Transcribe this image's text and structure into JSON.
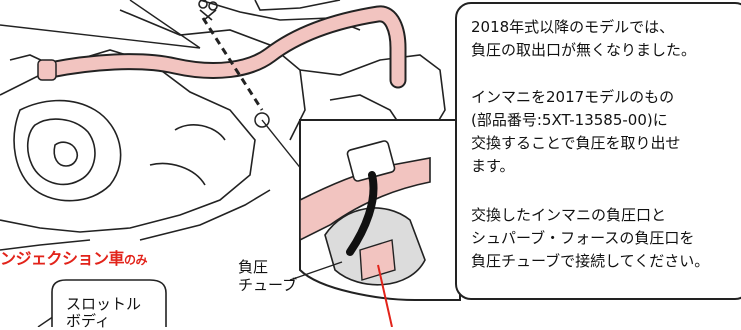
{
  "illustration": {
    "title_main": "ンジェクション車",
    "title_suffix": "のみ",
    "labels": {
      "negative_pressure_tube": [
        "負圧",
        "チューブ"
      ],
      "throttle_body": [
        "スロットル",
        "ボディ"
      ]
    }
  },
  "note": {
    "paragraphs": [
      [
        "2018年式以降のモデルでは、",
        "負圧の取出口が無くなりました。"
      ],
      [
        "インマニを2017モデルのもの",
        "(部品番号:5XT-13585-00)に",
        "交換することで負圧を取り出せ",
        "ます。"
      ],
      [
        "交換したインマニの負圧口と",
        "シュパーブ・フォースの負圧口を",
        "負圧チューブで接続してください。"
      ]
    ]
  },
  "colors": {
    "title_red": "#e2231a",
    "hose_pink": "#f2c4c0",
    "line": "#222222",
    "pointer_red": "#e2231a"
  }
}
